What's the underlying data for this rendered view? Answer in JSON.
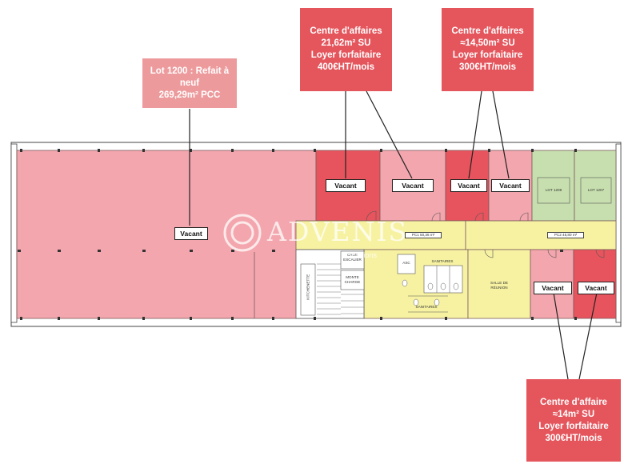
{
  "callouts": {
    "lot1200": {
      "lines": [
        "Lot 1200 : Refait à",
        "neuf",
        "269,29m² PCC"
      ],
      "color": "#ed9a9c"
    },
    "cda1": {
      "lines": [
        "Centre d'affaires",
        "21,62m² SU",
        "Loyer forfaitaire",
        "400€HT/mois"
      ],
      "color": "#e4555c"
    },
    "cda2": {
      "lines": [
        "Centre d'affaires",
        "≈14,50m² SU",
        "Loyer forfaitaire",
        "300€HT/mois"
      ],
      "color": "#e4555c"
    },
    "cda3": {
      "lines": [
        "Centre d'affaire",
        "≈14m² SU",
        "Loyer forfaitaire",
        "300€HT/mois"
      ],
      "color": "#e4555c"
    }
  },
  "vacant_label": "Vacant",
  "rooms": {
    "lot1208": "LOT 1208",
    "lot1207": "LOT 1207",
    "pc1": "PC1 50,36 m²",
    "pc2": "PC2 45,80 m²",
    "kitchenette": "KITCHENETTE",
    "cage_escalier": [
      "CAGE",
      "ESCALIER"
    ],
    "monte_charge": [
      "MONTE",
      "CHARGE"
    ],
    "asc": "ASC",
    "sanitaires_1": "SANITAIRES",
    "sanitaires_2": "SANITAIRES",
    "salle_reunion": [
      "SALLE DE",
      "RÉUNION"
    ]
  },
  "watermark": {
    "brand": "ADVENIS",
    "sub": "Solutions"
  },
  "colors": {
    "light_pink": "#f3a6ad",
    "red": "#e8545d",
    "yellow": "#f7f2a2",
    "green": "#c7dfae",
    "callout_dark": "#e4555c",
    "callout_light": "#ed9a9c"
  }
}
